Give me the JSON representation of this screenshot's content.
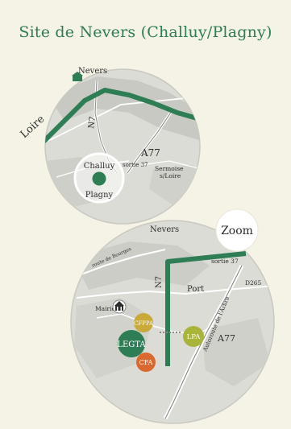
{
  "title": "Site de Nevers (Challuy/Plagny)",
  "overview_map": {
    "labels": {
      "city": "Nevers",
      "river": "Loire",
      "road_n7": "N7",
      "road_a77": "A77",
      "exit": "sortie 37",
      "sermoise_line1": "Sermoise",
      "sermoise_line2": "s/Loire",
      "challuy": "Challuy",
      "plagny": "Plagny"
    }
  },
  "zoom_map": {
    "zoom_label": "Zoom",
    "labels": {
      "city": "Nevers",
      "exit": "sortie 37",
      "bourges_road": "route de Bourges",
      "road_n7": "N7",
      "port": "Port",
      "road_d265": "D265",
      "mairie": "Mairie",
      "a77": "A77",
      "autoroute": "Autoroute de l'Arbre"
    },
    "sites": [
      {
        "label": "CFPPA",
        "color": "#c8a93a"
      },
      {
        "label": "LEGTA",
        "color": "#2e7d55"
      },
      {
        "label": "LPA",
        "color": "#a8b43a"
      },
      {
        "label": "CFA",
        "color": "#d9692e"
      }
    ]
  },
  "colors": {
    "brand_green": "#2e7d55",
    "background": "#f5f3e5",
    "map_fill": "#d9d9d4"
  }
}
